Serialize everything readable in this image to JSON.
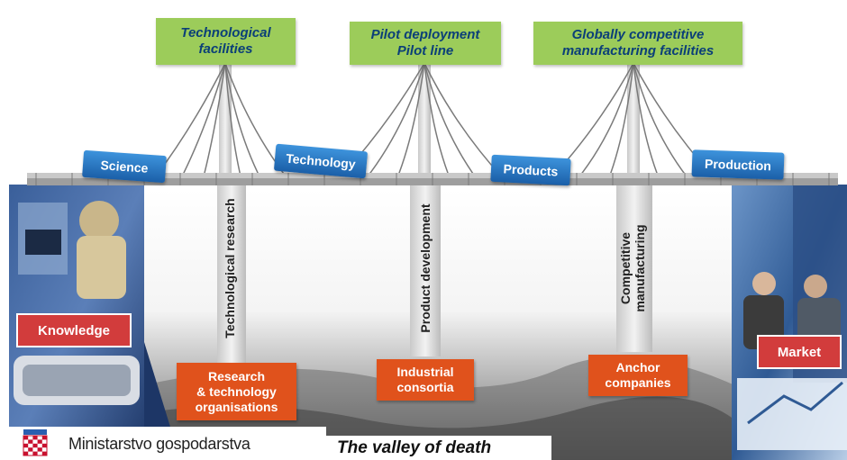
{
  "top_boxes": {
    "tech_facilities": [
      "Technological",
      "facilities"
    ],
    "pilot": [
      "Pilot deployment",
      "Pilot line"
    ],
    "global": [
      "Globally competitive",
      "manufacturing facilities"
    ]
  },
  "deck_tags": {
    "science": "Science",
    "technology": "Technology",
    "products": "Products",
    "production": "Production"
  },
  "pillar_labels": {
    "tech_research": "Technological research",
    "product_dev": "Product development",
    "competitive": [
      "Competitive",
      "manufacturing"
    ]
  },
  "bottom_boxes": {
    "rto": [
      "Research",
      "& technology",
      "organisations"
    ],
    "consortia": [
      "Industrial",
      "consortia"
    ],
    "anchor": [
      "Anchor",
      "companies"
    ]
  },
  "side_labels": {
    "knowledge": "Knowledge",
    "market": "Market"
  },
  "footer": {
    "ministry": "Ministarstvo gospodarstva",
    "valley": "The valley of death"
  },
  "colors": {
    "green_box": "#9ccc5a",
    "green_text": "#0b3f78",
    "blue_tag": "#1b5fa8",
    "orange_box": "#e0521c",
    "red_label": "#d23c3c"
  }
}
